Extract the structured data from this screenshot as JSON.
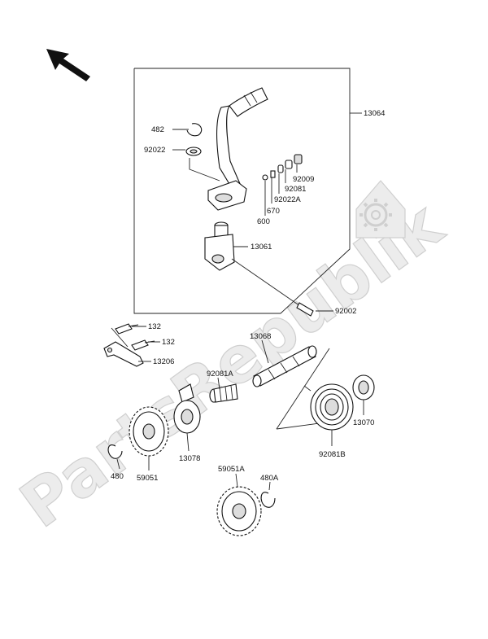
{
  "watermark": "PartsRepublik",
  "labels": {
    "l13064": "13064",
    "l482": "482",
    "l92022": "92022",
    "l92009": "92009",
    "l92081": "92081",
    "l92022A": "92022A",
    "l670": "670",
    "l600": "600",
    "l13061": "13061",
    "l92002": "92002",
    "l132a": "132",
    "l132b": "132",
    "l13206": "13206",
    "l13068": "13068",
    "l92081A": "92081A",
    "l13070": "13070",
    "l92081B": "92081B",
    "l13078": "13078",
    "l480": "480",
    "l59051": "59051",
    "l59051A": "59051A",
    "l480A": "480A"
  },
  "icons": {
    "direction": "arrow-up-left-icon",
    "badge": "gear-icon"
  }
}
